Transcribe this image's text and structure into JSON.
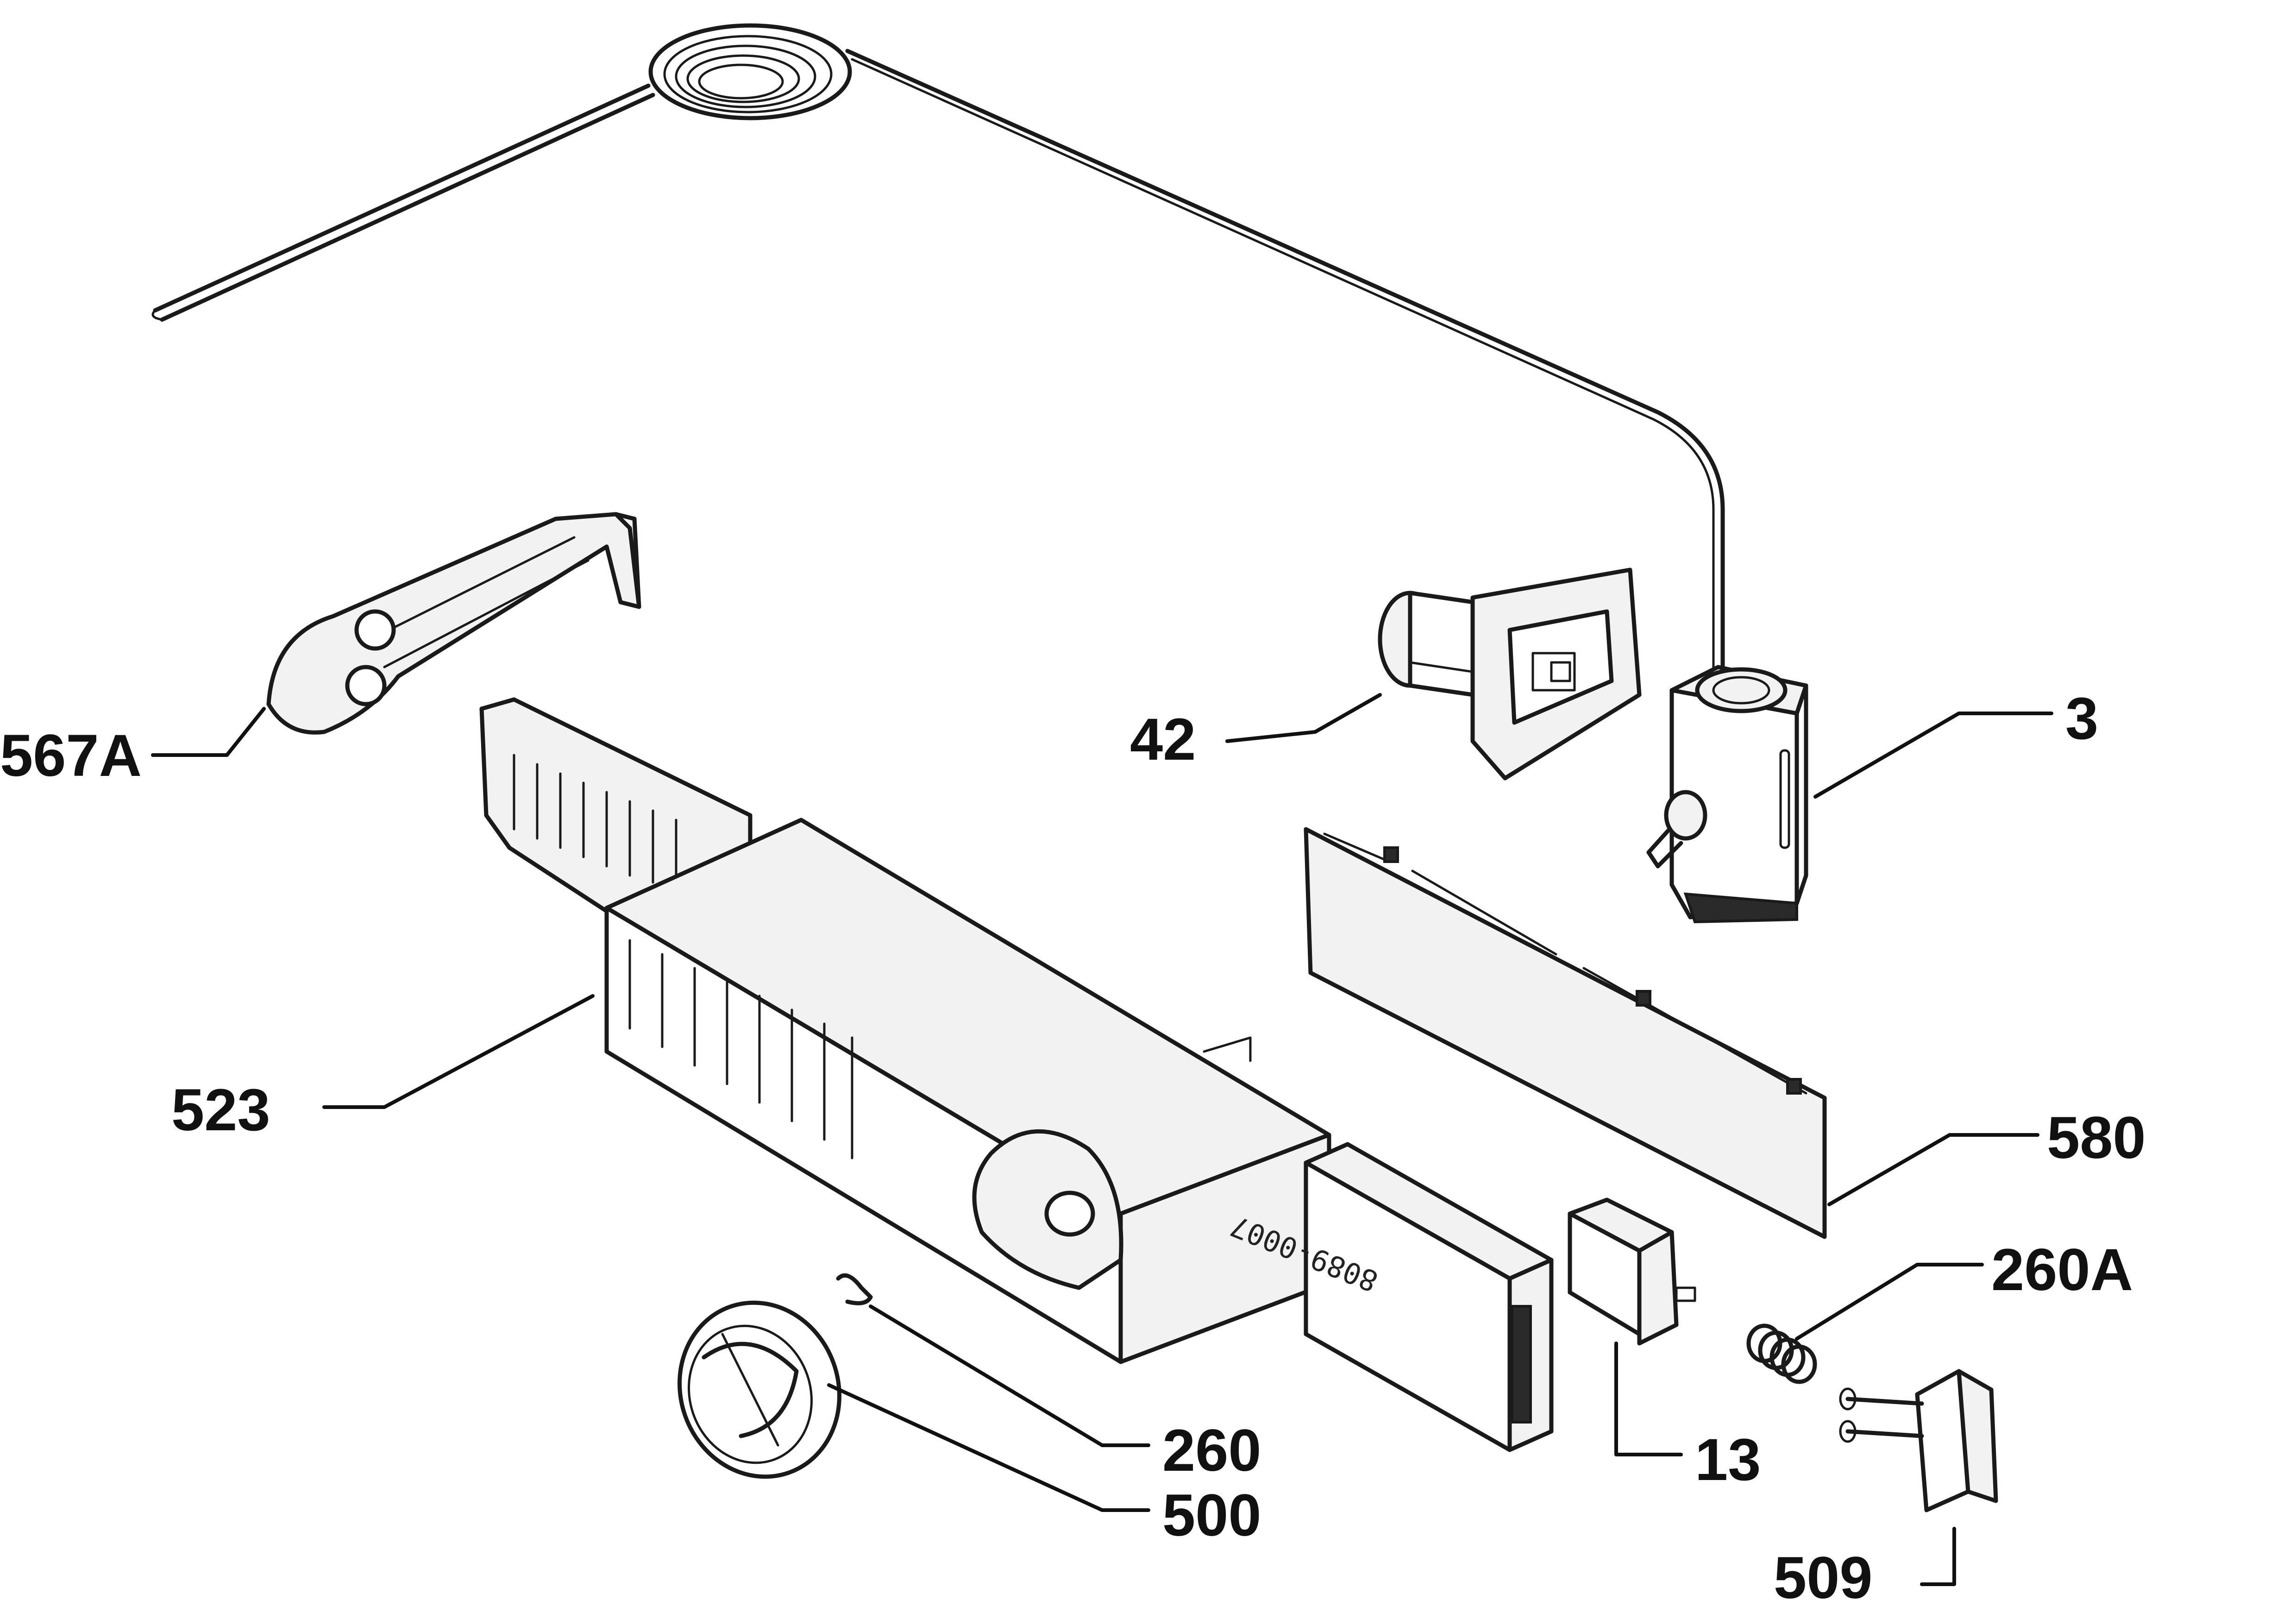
{
  "callouts": {
    "c567a": "567A",
    "c42": "42",
    "c3": "3",
    "c523": "523",
    "c580": "580",
    "c260a": "260A",
    "c260": "260",
    "c500": "500",
    "c13": "13",
    "c509": "509"
  },
  "stamp_text": "8089-0007"
}
